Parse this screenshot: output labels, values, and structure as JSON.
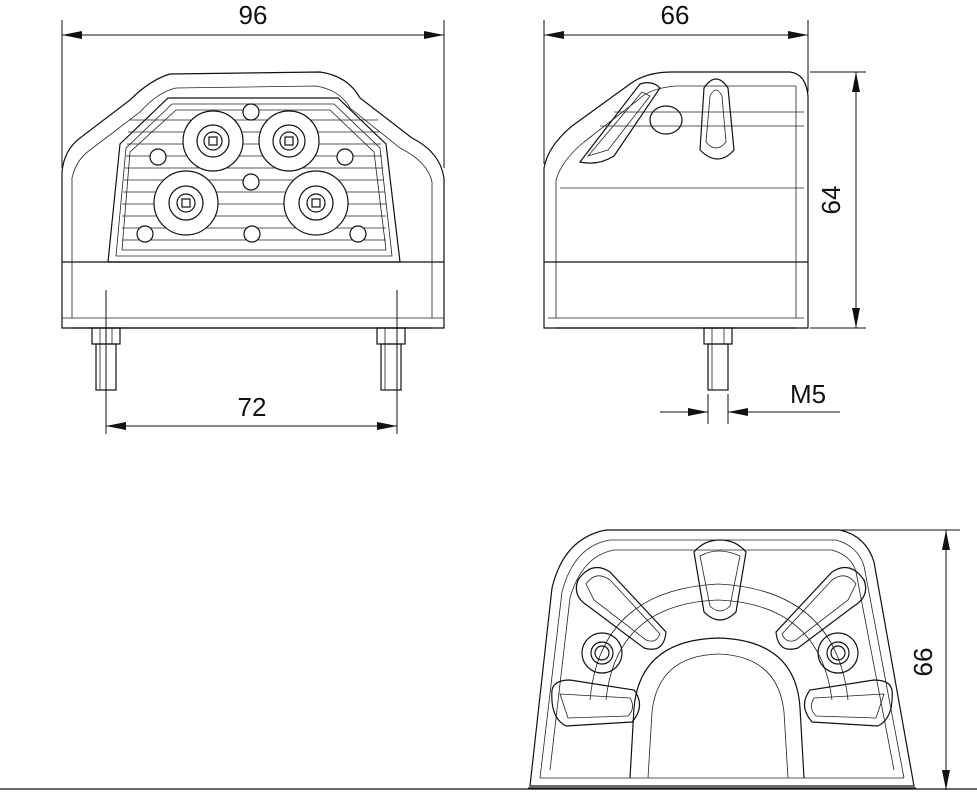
{
  "dimensions": {
    "front_width": "96",
    "stud_spacing": "72",
    "side_depth": "66",
    "side_height": "64",
    "thread": "M5",
    "bottom_depth": "66"
  },
  "colors": {
    "line": "#111111",
    "background": "#ffffff"
  }
}
